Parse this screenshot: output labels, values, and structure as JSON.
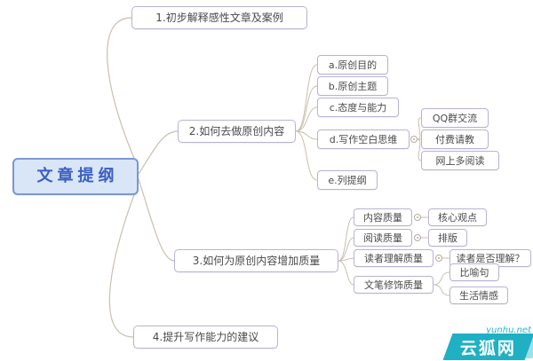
{
  "root": {
    "label": "文章提纲"
  },
  "branches": [
    {
      "label": "1.初步解释感性文章及案例"
    },
    {
      "label": "2.如何去做原创内容",
      "children": [
        {
          "label": "a.原创目的"
        },
        {
          "label": "b.原创主题"
        },
        {
          "label": "c.态度与能力"
        },
        {
          "label": "d.写作空白思维",
          "children": [
            {
              "label": "QQ群交流"
            },
            {
              "label": "付费请教"
            },
            {
              "label": "网上多阅读"
            }
          ]
        },
        {
          "label": "e.列提纲"
        }
      ]
    },
    {
      "label": "3.如何为原创内容增加质量",
      "children": [
        {
          "label": "内容质量",
          "children": [
            {
              "label": "核心观点"
            }
          ]
        },
        {
          "label": "阅读质量",
          "children": [
            {
              "label": "排版"
            }
          ]
        },
        {
          "label": "读者理解质量",
          "children": [
            {
              "label": "读者是否理解？"
            }
          ]
        },
        {
          "label": "文笔修饰质量",
          "children": [
            {
              "label": "比喻句"
            },
            {
              "label": "生活情感"
            }
          ]
        }
      ]
    },
    {
      "label": "4.提升写作能力的建议"
    }
  ],
  "watermark": {
    "name": "云狐网",
    "site": "yunhu.net"
  },
  "colors": {
    "root_fill": "#d9e6f8",
    "root_border": "#7b97d6",
    "node_border": "#b9b2d4",
    "connector": "#c8c0b0",
    "watermark_teal": "#1fb0c3"
  }
}
